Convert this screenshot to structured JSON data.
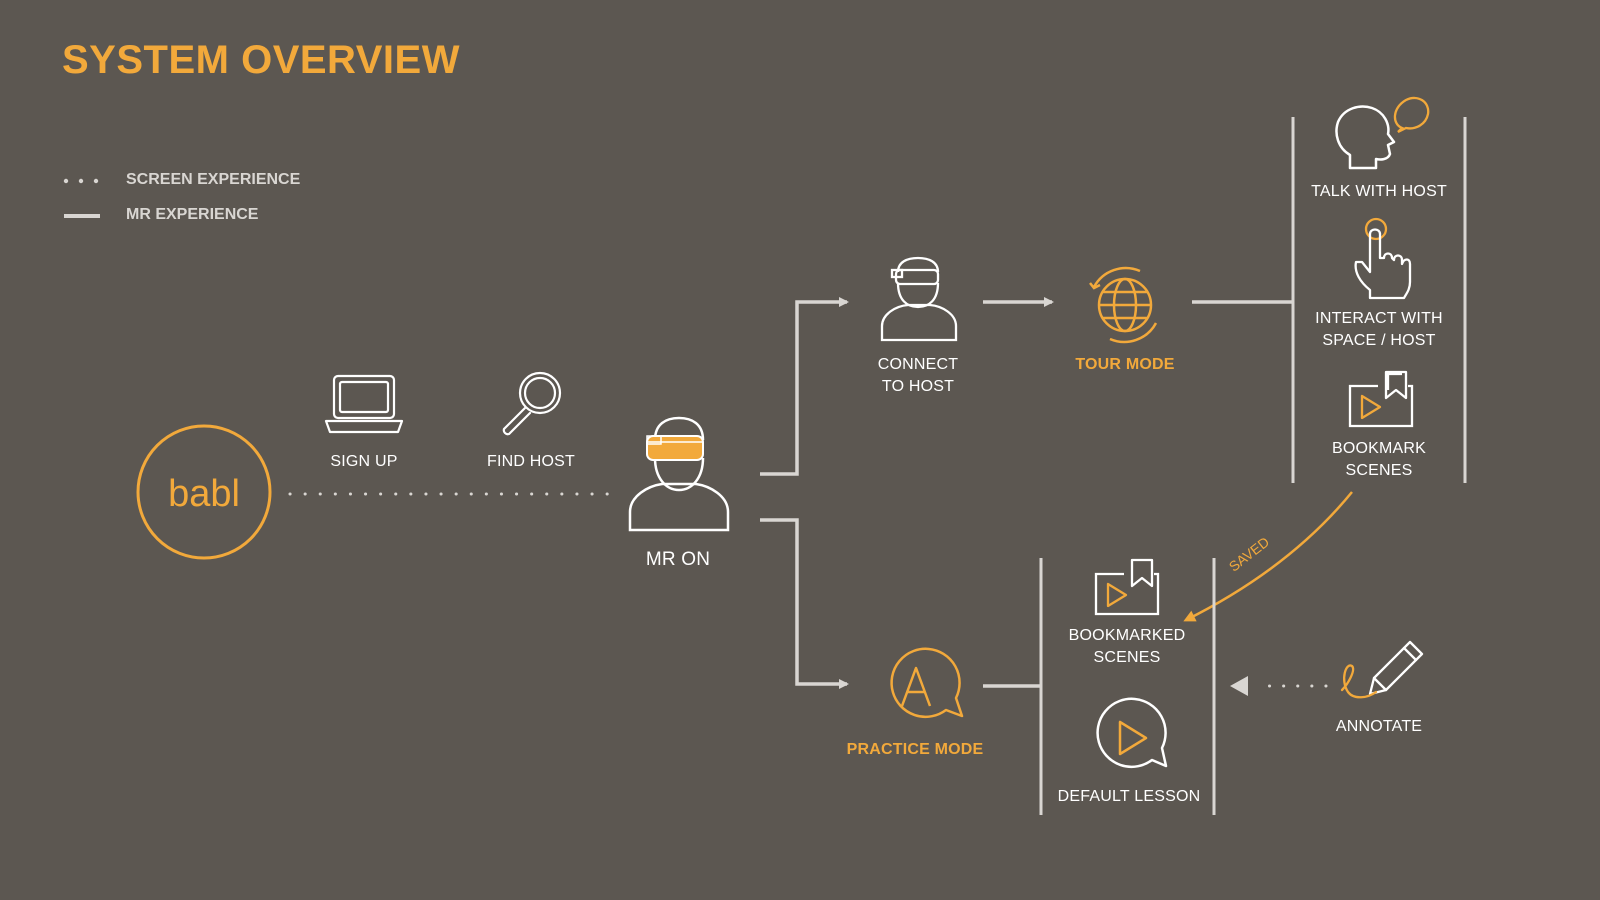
{
  "title": "SYSTEM OVERVIEW",
  "legend": {
    "screen_experience": "SCREEN EXPERIENCE",
    "mr_experience": "MR EXPERIENCE"
  },
  "logo": {
    "text": "babl"
  },
  "nodes": {
    "sign_up": "SIGN UP",
    "find_host": "FIND HOST",
    "mr_on": "MR ON",
    "connect_to_host": [
      "CONNECT",
      "TO HOST"
    ],
    "tour_mode": "TOUR MODE",
    "practice_mode": "PRACTICE MODE",
    "talk_with_host": "TALK WITH HOST",
    "interact": [
      "INTERACT WITH",
      "SPACE / HOST"
    ],
    "bookmark_scenes": [
      "BOOKMARK",
      "SCENES"
    ],
    "bookmarked_scenes": [
      "BOOKMARKED",
      "SCENES"
    ],
    "default_lesson": "DEFAULT LESSON",
    "annotate": "ANNOTATE"
  },
  "edge_labels": {
    "saved": "SAVED"
  },
  "colors": {
    "background": "#5c5751",
    "accent": "#f2a93b",
    "line": "#d9d6d2",
    "text": "#ffffff"
  },
  "icons": {
    "logo": "babl-circle-logo",
    "sign_up": "laptop-icon",
    "find_host": "magnifier-icon",
    "mr_on": "person-mr-headset-icon",
    "connect_to_host": "person-glasses-icon",
    "tour_mode": "globe-rotate-icon",
    "practice_mode": "letter-a-bubble-icon",
    "talk_with_host": "head-speech-bubble-icon",
    "interact": "hand-touch-icon",
    "bookmark_scenes": "video-bookmark-icon",
    "bookmarked_scenes": "video-bookmark-icon",
    "default_lesson": "play-bubble-icon",
    "annotate": "pen-icon"
  }
}
